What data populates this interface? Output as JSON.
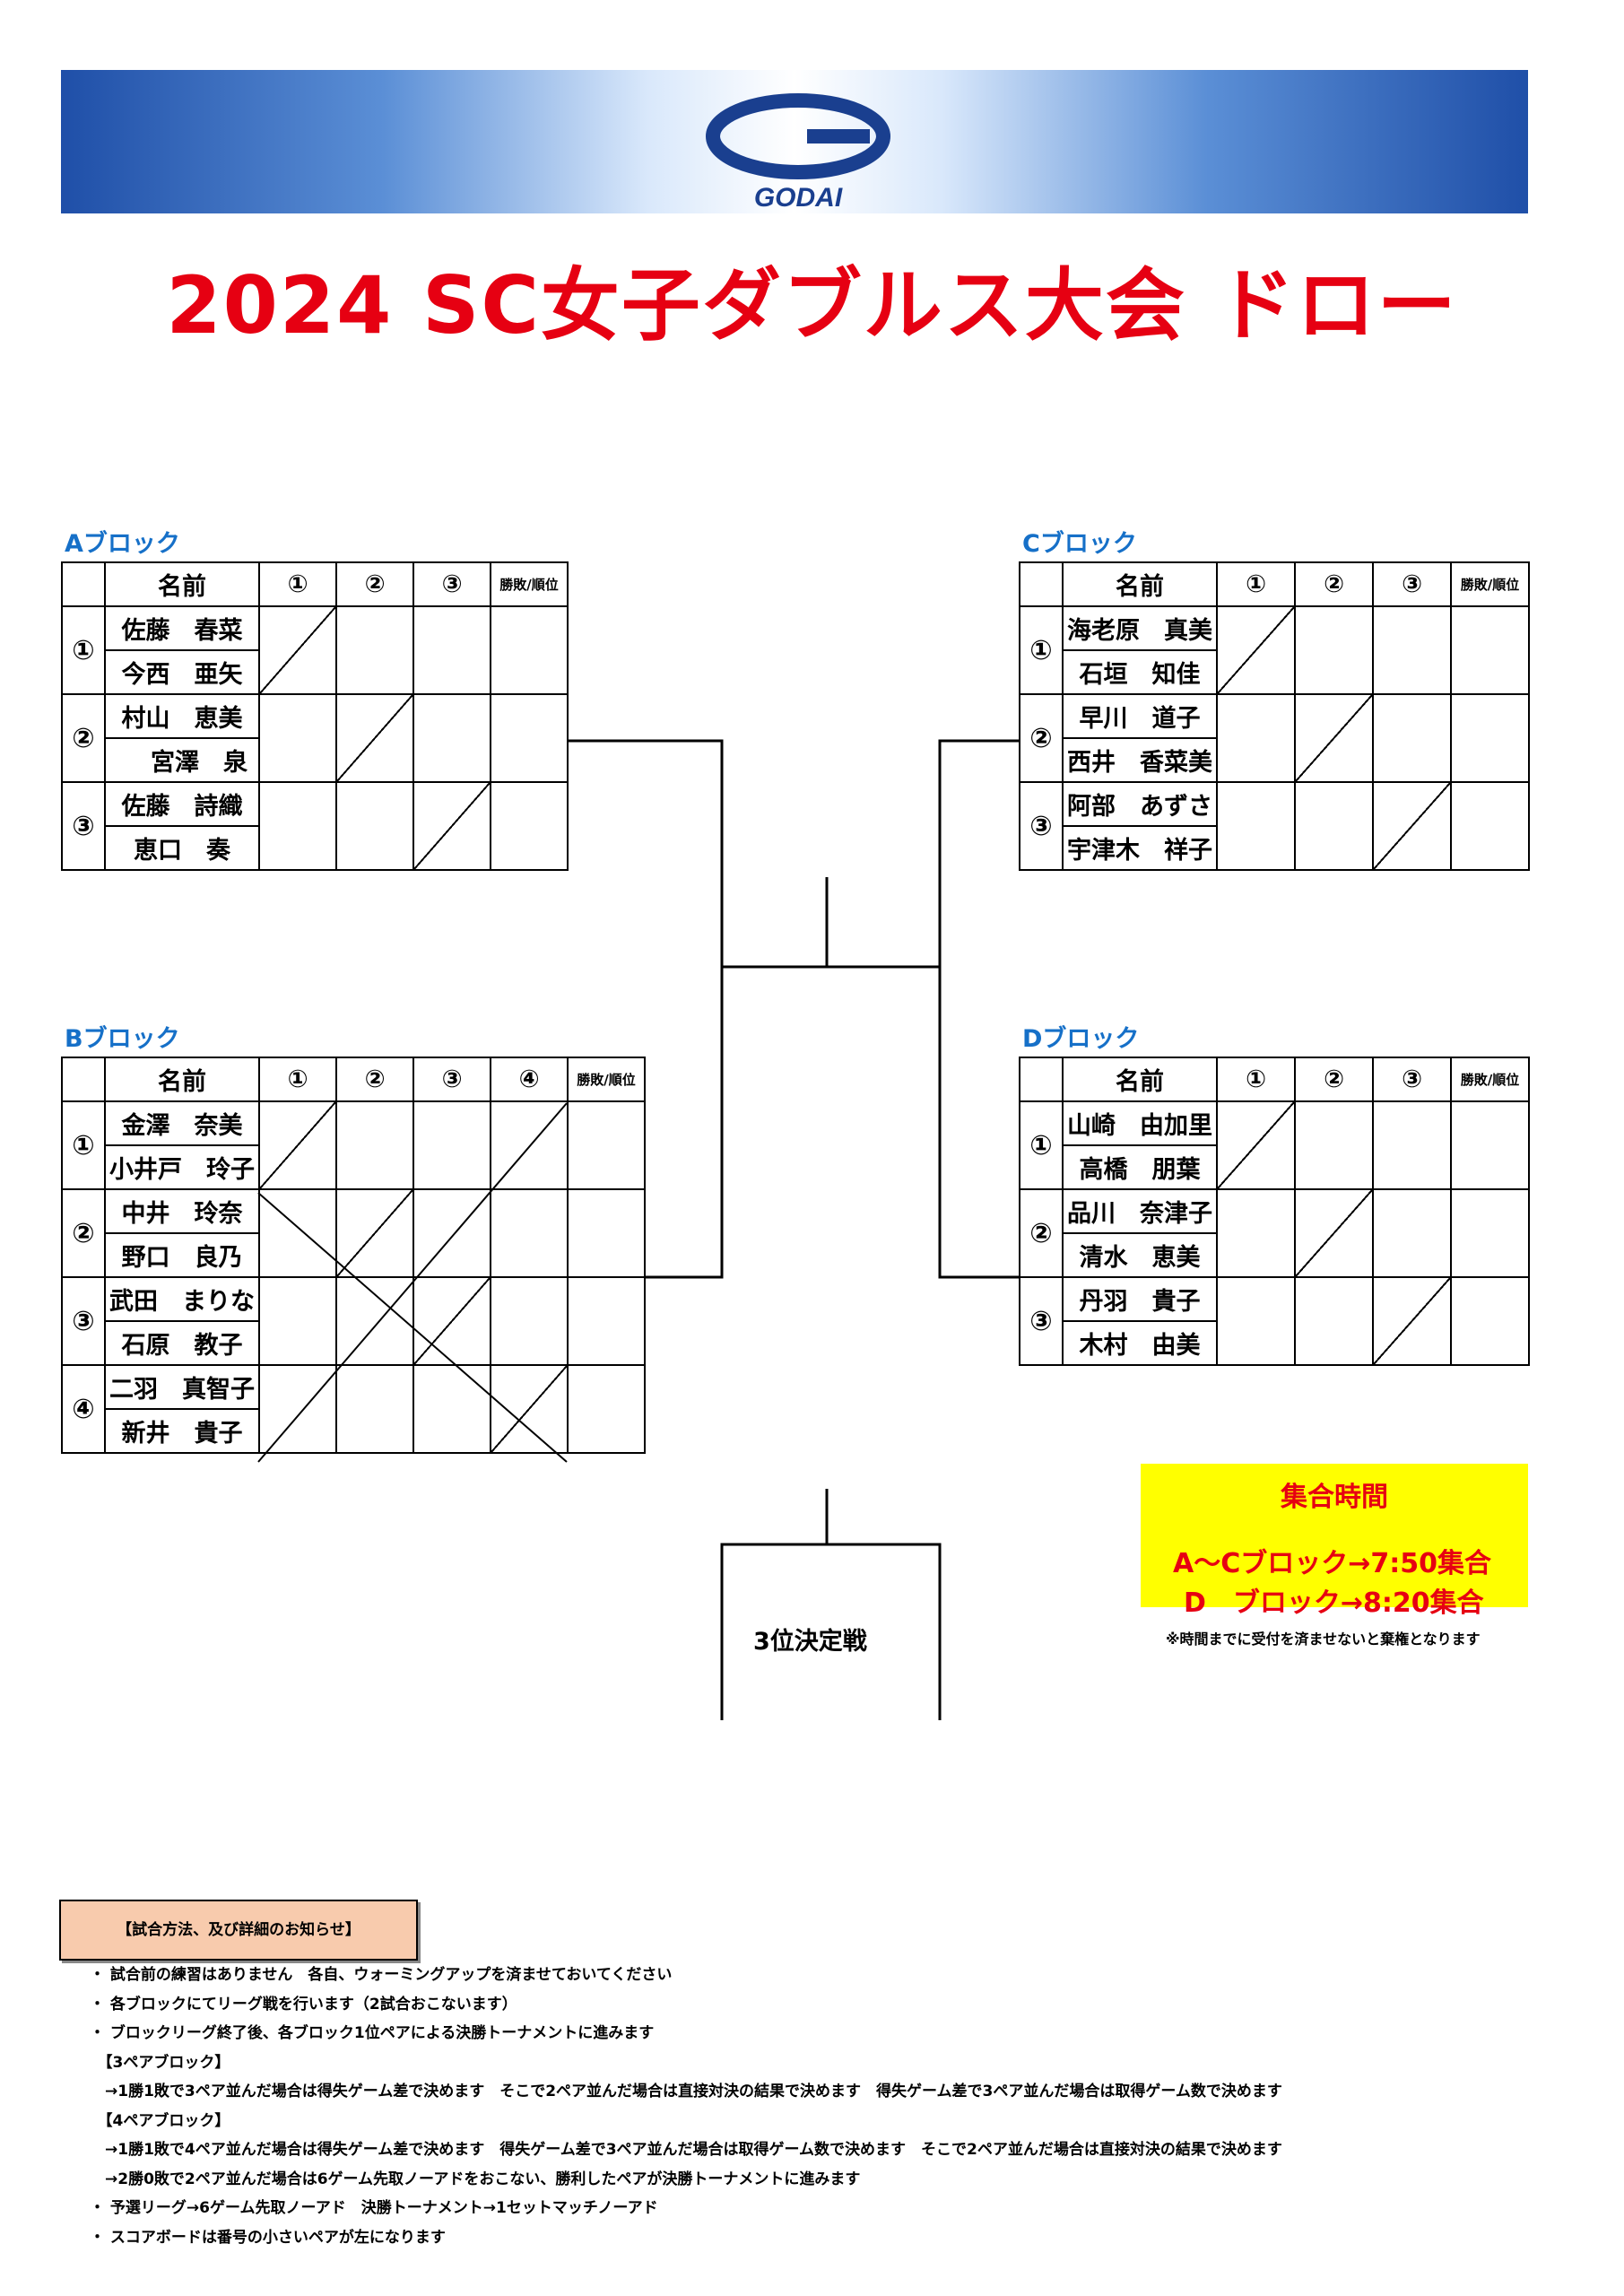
{
  "header": {
    "logo_text": "GODAI",
    "title": "2024 SC女子ダブルス大会 ドロー"
  },
  "columns_3": [
    "名前",
    "①",
    "②",
    "③",
    "勝敗/順位"
  ],
  "columns_4": [
    "名前",
    "①",
    "②",
    "③",
    "④",
    "勝敗/順位"
  ],
  "blocks": {
    "A": {
      "label": "Aブロック",
      "pairs": [
        {
          "no": "①",
          "p1": "佐藤　春菜",
          "p2": "今西　亜矢"
        },
        {
          "no": "②",
          "p1": "村山　恵美",
          "p2": "宮澤　泉"
        },
        {
          "no": "③",
          "p1": "佐藤　詩織",
          "p2": "恵口　奏"
        }
      ]
    },
    "B": {
      "label": "Bブロック",
      "pairs": [
        {
          "no": "①",
          "p1": "金澤　奈美",
          "p2": "小井戸　玲子"
        },
        {
          "no": "②",
          "p1": "中井　玲奈",
          "p2": "野口　良乃"
        },
        {
          "no": "③",
          "p1": "武田　まりな",
          "p2": "石原　教子"
        },
        {
          "no": "④",
          "p1": "二羽　真智子",
          "p2": "新井　貴子"
        }
      ]
    },
    "C": {
      "label": "Cブロック",
      "pairs": [
        {
          "no": "①",
          "p1": "海老原　真美",
          "p2": "石垣　知佳"
        },
        {
          "no": "②",
          "p1": "早川　道子",
          "p2": "西井　香菜美"
        },
        {
          "no": "③",
          "p1": "阿部　あずさ",
          "p2": "宇津木　祥子"
        }
      ]
    },
    "D": {
      "label": "Dブロック",
      "pairs": [
        {
          "no": "①",
          "p1": "山崎　由加里",
          "p2": "高橋　朋葉"
        },
        {
          "no": "②",
          "p1": "品川　奈津子",
          "p2": "清水　恵美"
        },
        {
          "no": "③",
          "p1": "丹羽　貴子",
          "p2": "木村　由美"
        }
      ]
    }
  },
  "third_place": "3位決定戦",
  "meeting": {
    "heading": "集合時間",
    "line1": "A～Cブロック→7:50集合",
    "line2": "D　ブロック→8:20集合",
    "note": "※時間までに受付を済ませないと棄権となります"
  },
  "info": {
    "heading": "【試合方法、及び詳細のお知らせ】",
    "lines": [
      "・ 試合前の練習はありません　各自、ウォーミングアップを済ませておいてください",
      "・ 各ブロックにてリーグ戦を行います（2試合おこないます）",
      "・ ブロックリーグ終了後、各ブロック1位ペアによる決勝トーナメントに進みます",
      "　【3ペアブロック】",
      "　→1勝1敗で3ペア並んだ場合は得失ゲーム差で決めます　そこで2ペア並んだ場合は直接対決の結果で決めます　得失ゲーム差で3ペア並んだ場合は取得ゲーム数で決めます",
      "　【4ペアブロック】",
      "　→1勝1敗で4ペア並んだ場合は得失ゲーム差で決めます　得失ゲーム差で3ペア並んだ場合は取得ゲーム数で決めます　そこで2ペア並んだ場合は直接対決の結果で決めます",
      "　→2勝0敗で2ペア並んだ場合は6ゲーム先取ノーアドをおこない、勝利したペアが決勝トーナメントに進みます",
      "・ 予選リーグ→6ゲーム先取ノーアド　決勝トーナメント→1セットマッチノーアド",
      "・ スコアボードは番号の小さいペアが左になります"
    ]
  }
}
